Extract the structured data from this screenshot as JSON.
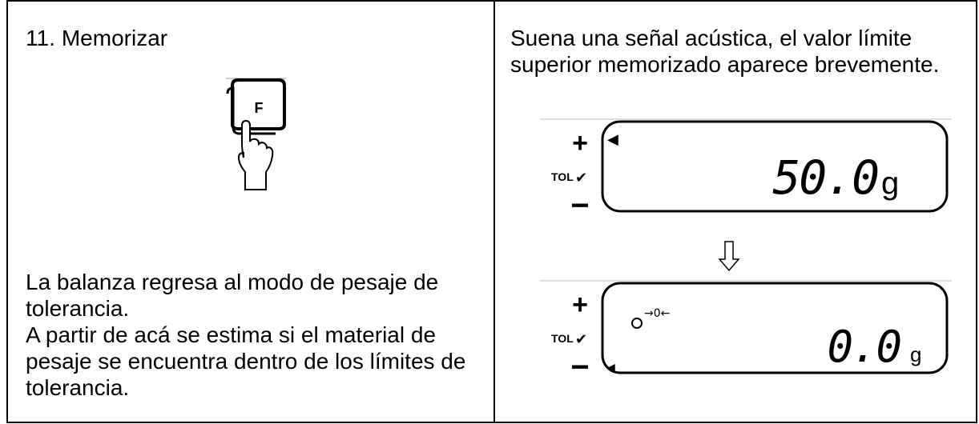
{
  "step": {
    "number": "11.",
    "title": "Memorizar",
    "key_label": "F"
  },
  "left_text": {
    "line1": "La balanza regresa al modo de pesaje de tolerancia.",
    "line2": "A partir de acá se estima si el material de pesaje se encuentra dentro de los límites de tolerancia."
  },
  "right_text": {
    "description": "Suena una señal acústica, el valor límite superior memorizado aparece brevemente."
  },
  "display1": {
    "plus": "+",
    "tol_label": "TOL",
    "check": "✔",
    "minus": "−",
    "marker": "◀",
    "value": "50.0",
    "unit": "g"
  },
  "display2": {
    "plus": "+",
    "tol_label": "TOL",
    "check": "✔",
    "minus": "−",
    "zero_indicator": "→0←",
    "marker": "◀",
    "value": "0.0",
    "unit": "g"
  },
  "transition_arrow": "⇩"
}
